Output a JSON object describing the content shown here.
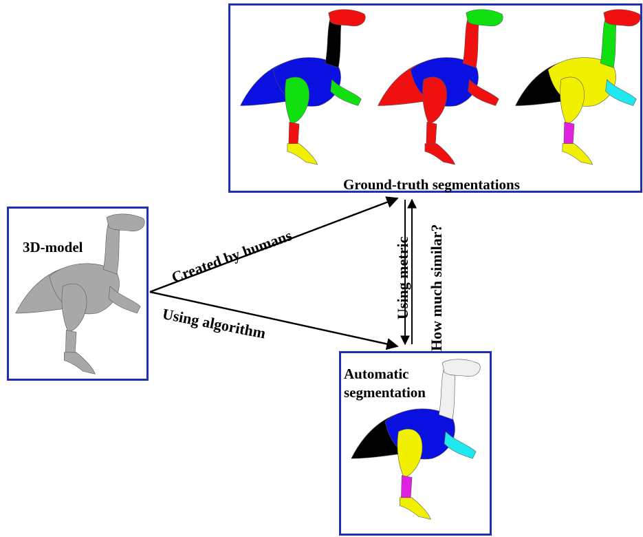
{
  "labels": {
    "model": "3D-model",
    "ground_truth": "Ground-truth segmentations",
    "automatic_line1": "Automatic",
    "automatic_line2": "segmentation"
  },
  "edges": {
    "humans": "Created by humans",
    "algorithm": "Using algorithm",
    "metric": "Using metric",
    "similar": "How much similar?"
  },
  "colors": {
    "border": "#1f2fb8",
    "gray": "#a8a8a8",
    "blue": "#0a10e0",
    "green": "#10e010",
    "red": "#f01010",
    "yellow": "#f0f000",
    "black": "#000000",
    "cyan": "#20e8f0",
    "magenta": "#e020e0",
    "white": "#f0f0f0"
  }
}
